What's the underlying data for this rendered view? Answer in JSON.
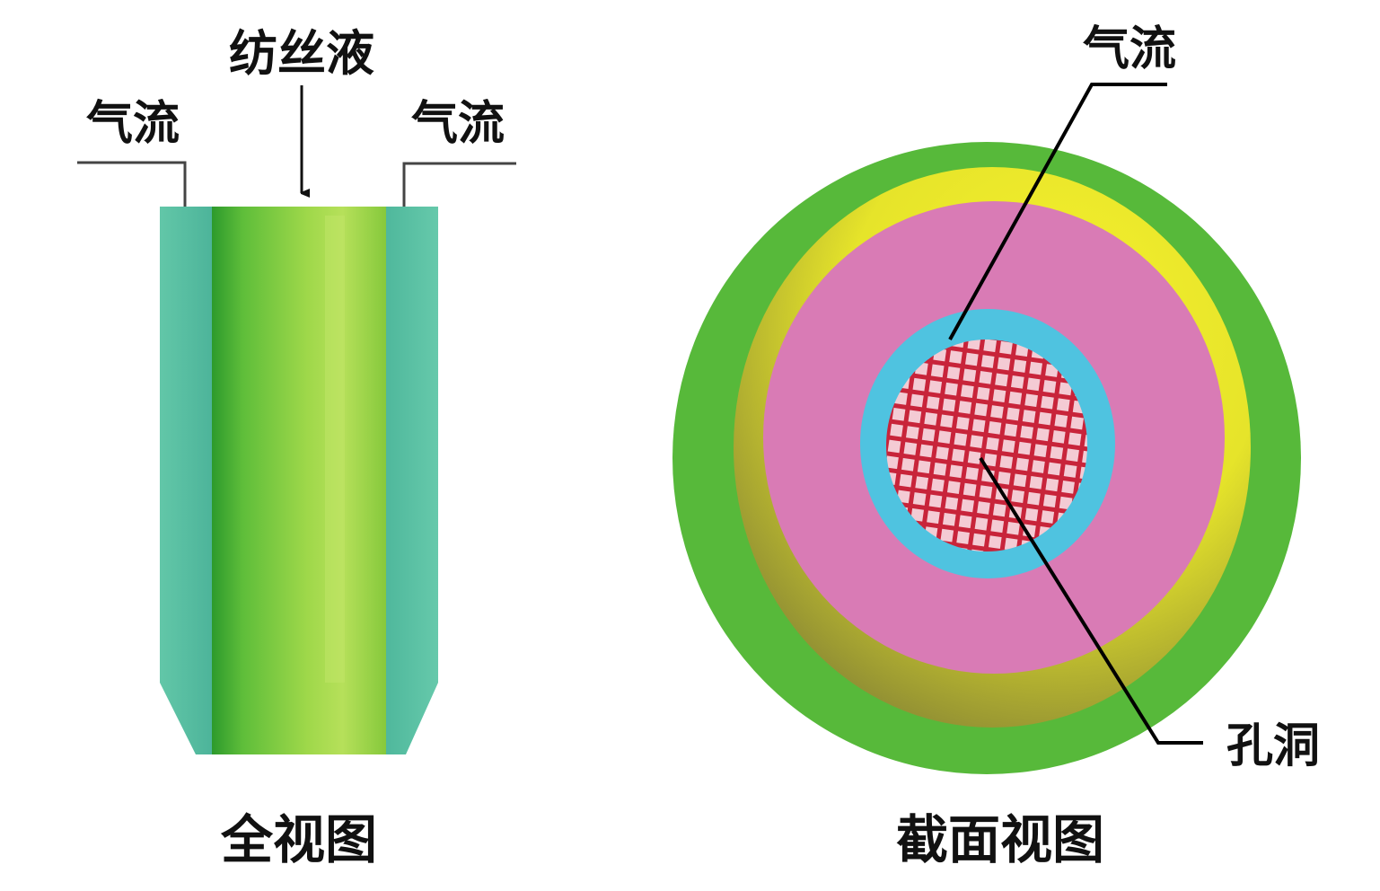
{
  "left_view": {
    "caption": "全视图",
    "label_liquid": "纺丝液",
    "label_air_left": "气流",
    "label_air_right": "气流"
  },
  "right_view": {
    "caption": "截面视图",
    "label_air": "气流",
    "label_hole": "孔洞"
  },
  "colors": {
    "teal": "#5cc4a6",
    "green_core": "#8ed03f",
    "outer_green": "#57b93a",
    "yellow": "#f1ec2a",
    "pink": "#d97bb5",
    "cyan": "#4fc3e0",
    "red": "#cc2a3c",
    "line": "#000000"
  }
}
